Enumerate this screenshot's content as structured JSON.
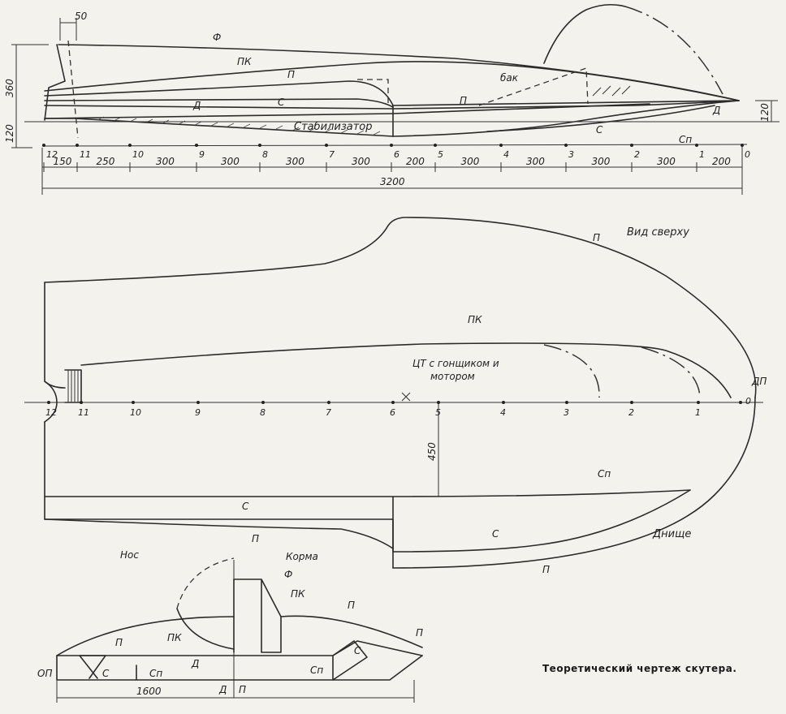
{
  "labels": {
    "f": "Ф",
    "pk": "ПК",
    "p": "П",
    "s": "С",
    "d": "Д",
    "sp": "Сп",
    "bak": "бак",
    "stabilizer": "Стабилизатор",
    "top_view": "Вид сверху",
    "bottom": "Днище",
    "dp": "ДП",
    "cg": "ЦТ с гонщиком и",
    "cg2": "мотором",
    "bow": "Нос",
    "stern": "Корма",
    "op": "ОП",
    "caption": "Теоретический чертеж скутера."
  },
  "dims": {
    "top_50": "50",
    "h360": "360",
    "h120_left": "120",
    "h120_right": "120",
    "total": "3200",
    "d450": "450",
    "d1600": "1600"
  },
  "spacings": [
    "150",
    "250",
    "300",
    "300",
    "300",
    "300",
    "200",
    "300",
    "300",
    "300",
    "300",
    "200"
  ],
  "stations_side": [
    "12",
    "11",
    "10",
    "9",
    "8",
    "7",
    "6",
    "5",
    "4",
    "3",
    "2",
    "1",
    "0"
  ],
  "stations_top": [
    "12",
    "11",
    "10",
    "9",
    "8",
    "7",
    "6",
    "5",
    "4",
    "3",
    "2",
    "1",
    "0"
  ]
}
